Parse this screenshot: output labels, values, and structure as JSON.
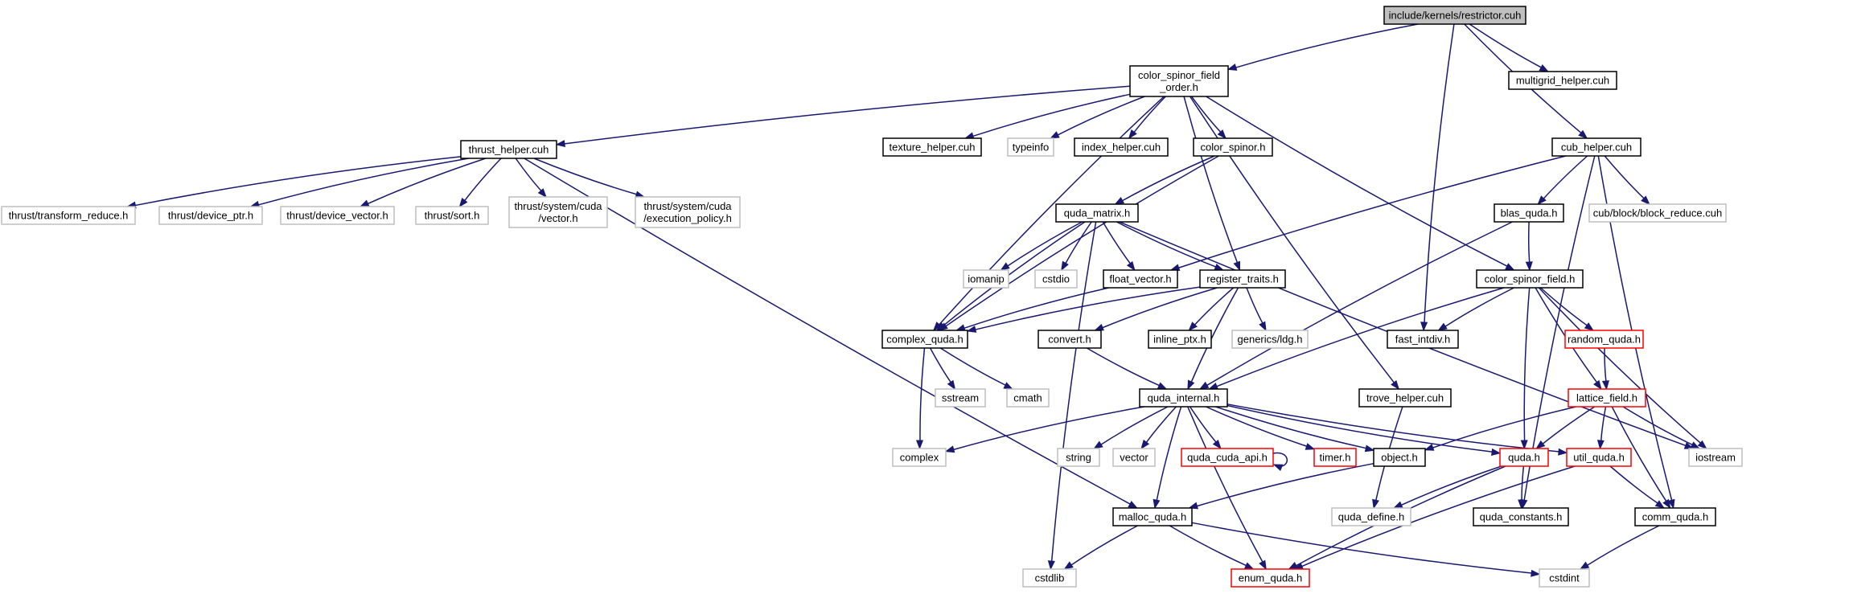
{
  "colors": {
    "edge": "#191970",
    "box_default": "#000000",
    "box_system": "#bfbfbf",
    "box_truncated": "#ff0000",
    "box_root_fill": "#bfbfbf",
    "box_fill": "#ffffff"
  },
  "nodes": [
    {
      "id": "restrictor",
      "lines": [
        "include/kernels/restrictor.cuh"
      ],
      "kind": "root"
    },
    {
      "id": "csfo",
      "lines": [
        "color_spinor_field",
        "_order.h"
      ],
      "kind": "default"
    },
    {
      "id": "multigrid",
      "lines": [
        "multigrid_helper.cuh"
      ],
      "kind": "default"
    },
    {
      "id": "thrust_helper",
      "lines": [
        "thrust_helper.cuh"
      ],
      "kind": "default"
    },
    {
      "id": "texture_helper",
      "lines": [
        "texture_helper.cuh"
      ],
      "kind": "default"
    },
    {
      "id": "typeinfo",
      "lines": [
        "typeinfo"
      ],
      "kind": "system"
    },
    {
      "id": "index_helper",
      "lines": [
        "index_helper.cuh"
      ],
      "kind": "default"
    },
    {
      "id": "color_spinor",
      "lines": [
        "color_spinor.h"
      ],
      "kind": "default"
    },
    {
      "id": "cub_helper",
      "lines": [
        "cub_helper.cuh"
      ],
      "kind": "default"
    },
    {
      "id": "t_transform",
      "lines": [
        "thrust/transform_reduce.h"
      ],
      "kind": "system"
    },
    {
      "id": "t_device_ptr",
      "lines": [
        "thrust/device_ptr.h"
      ],
      "kind": "system"
    },
    {
      "id": "t_device_vector",
      "lines": [
        "thrust/device_vector.h"
      ],
      "kind": "system"
    },
    {
      "id": "t_sort",
      "lines": [
        "thrust/sort.h"
      ],
      "kind": "system"
    },
    {
      "id": "t_sys_vector",
      "lines": [
        "thrust/system/cuda",
        "/vector.h"
      ],
      "kind": "system"
    },
    {
      "id": "t_sys_exec",
      "lines": [
        "thrust/system/cuda",
        "/execution_policy.h"
      ],
      "kind": "system"
    },
    {
      "id": "quda_matrix",
      "lines": [
        "quda_matrix.h"
      ],
      "kind": "default"
    },
    {
      "id": "blas_quda",
      "lines": [
        "blas_quda.h"
      ],
      "kind": "default"
    },
    {
      "id": "cub_block",
      "lines": [
        "cub/block/block_reduce.cuh"
      ],
      "kind": "system"
    },
    {
      "id": "iomanip",
      "lines": [
        "iomanip"
      ],
      "kind": "system"
    },
    {
      "id": "cstdio",
      "lines": [
        "cstdio"
      ],
      "kind": "system"
    },
    {
      "id": "float_vector",
      "lines": [
        "float_vector.h"
      ],
      "kind": "default"
    },
    {
      "id": "register_traits",
      "lines": [
        "register_traits.h"
      ],
      "kind": "default"
    },
    {
      "id": "color_spinor_field",
      "lines": [
        "color_spinor_field.h"
      ],
      "kind": "default"
    },
    {
      "id": "complex_quda",
      "lines": [
        "complex_quda.h"
      ],
      "kind": "default"
    },
    {
      "id": "convert",
      "lines": [
        "convert.h"
      ],
      "kind": "default"
    },
    {
      "id": "inline_ptx",
      "lines": [
        "inline_ptx.h"
      ],
      "kind": "default"
    },
    {
      "id": "generics_ldg",
      "lines": [
        "generics/ldg.h"
      ],
      "kind": "system"
    },
    {
      "id": "fast_intdiv",
      "lines": [
        "fast_intdiv.h"
      ],
      "kind": "default"
    },
    {
      "id": "random_quda",
      "lines": [
        "random_quda.h"
      ],
      "kind": "truncated"
    },
    {
      "id": "sstream",
      "lines": [
        "sstream"
      ],
      "kind": "system"
    },
    {
      "id": "cmath",
      "lines": [
        "cmath"
      ],
      "kind": "system"
    },
    {
      "id": "quda_internal",
      "lines": [
        "quda_internal.h"
      ],
      "kind": "default"
    },
    {
      "id": "trove_helper",
      "lines": [
        "trove_helper.cuh"
      ],
      "kind": "default"
    },
    {
      "id": "lattice_field",
      "lines": [
        "lattice_field.h"
      ],
      "kind": "truncated"
    },
    {
      "id": "complex",
      "lines": [
        "complex"
      ],
      "kind": "system"
    },
    {
      "id": "string",
      "lines": [
        "string"
      ],
      "kind": "system"
    },
    {
      "id": "vector",
      "lines": [
        "vector"
      ],
      "kind": "system"
    },
    {
      "id": "quda_cuda_api",
      "lines": [
        "quda_cuda_api.h"
      ],
      "kind": "truncated"
    },
    {
      "id": "timer",
      "lines": [
        "timer.h"
      ],
      "kind": "truncated"
    },
    {
      "id": "object",
      "lines": [
        "object.h"
      ],
      "kind": "default"
    },
    {
      "id": "quda_h",
      "lines": [
        "quda.h"
      ],
      "kind": "truncated"
    },
    {
      "id": "util_quda",
      "lines": [
        "util_quda.h"
      ],
      "kind": "truncated"
    },
    {
      "id": "iostream",
      "lines": [
        "iostream"
      ],
      "kind": "system"
    },
    {
      "id": "malloc_quda",
      "lines": [
        "malloc_quda.h"
      ],
      "kind": "default"
    },
    {
      "id": "quda_define",
      "lines": [
        "quda_define.h"
      ],
      "kind": "system"
    },
    {
      "id": "quda_constants",
      "lines": [
        "quda_constants.h"
      ],
      "kind": "default"
    },
    {
      "id": "comm_quda",
      "lines": [
        "comm_quda.h"
      ],
      "kind": "default"
    },
    {
      "id": "cstdlib",
      "lines": [
        "cstdlib"
      ],
      "kind": "system"
    },
    {
      "id": "enum_quda",
      "lines": [
        "enum_quda.h"
      ],
      "kind": "truncated"
    },
    {
      "id": "cstdint",
      "lines": [
        "cstdint"
      ],
      "kind": "system"
    }
  ],
  "edges": [
    [
      "restrictor",
      "csfo"
    ],
    [
      "restrictor",
      "multigrid"
    ],
    [
      "restrictor",
      "cub_helper"
    ],
    [
      "restrictor",
      "fast_intdiv"
    ],
    [
      "csfo",
      "thrust_helper"
    ],
    [
      "csfo",
      "texture_helper"
    ],
    [
      "csfo",
      "typeinfo"
    ],
    [
      "csfo",
      "index_helper"
    ],
    [
      "csfo",
      "color_spinor"
    ],
    [
      "csfo",
      "complex_quda"
    ],
    [
      "csfo",
      "register_traits"
    ],
    [
      "csfo",
      "trove_helper"
    ],
    [
      "csfo",
      "color_spinor_field"
    ],
    [
      "thrust_helper",
      "t_transform"
    ],
    [
      "thrust_helper",
      "t_device_ptr"
    ],
    [
      "thrust_helper",
      "t_device_vector"
    ],
    [
      "thrust_helper",
      "t_sort"
    ],
    [
      "thrust_helper",
      "t_sys_vector"
    ],
    [
      "thrust_helper",
      "t_sys_exec"
    ],
    [
      "thrust_helper",
      "malloc_quda"
    ],
    [
      "color_spinor",
      "quda_matrix"
    ],
    [
      "color_spinor",
      "complex_quda"
    ],
    [
      "cub_helper",
      "float_vector"
    ],
    [
      "cub_helper",
      "blas_quda"
    ],
    [
      "cub_helper",
      "cub_block"
    ],
    [
      "cub_helper",
      "quda_constants"
    ],
    [
      "cub_helper",
      "comm_quda"
    ],
    [
      "quda_matrix",
      "iomanip"
    ],
    [
      "quda_matrix",
      "cstdio"
    ],
    [
      "quda_matrix",
      "float_vector"
    ],
    [
      "quda_matrix",
      "register_traits"
    ],
    [
      "quda_matrix",
      "complex_quda"
    ],
    [
      "quda_matrix",
      "iostream"
    ],
    [
      "quda_matrix",
      "cstdlib"
    ],
    [
      "blas_quda",
      "quda_internal"
    ],
    [
      "blas_quda",
      "color_spinor_field"
    ],
    [
      "float_vector",
      "complex_quda"
    ],
    [
      "register_traits",
      "complex_quda"
    ],
    [
      "register_traits",
      "convert"
    ],
    [
      "register_traits",
      "inline_ptx"
    ],
    [
      "register_traits",
      "generics_ldg"
    ],
    [
      "register_traits",
      "quda_internal"
    ],
    [
      "color_spinor_field",
      "fast_intdiv"
    ],
    [
      "color_spinor_field",
      "quda_internal"
    ],
    [
      "color_spinor_field",
      "random_quda"
    ],
    [
      "color_spinor_field",
      "lattice_field"
    ],
    [
      "color_spinor_field",
      "quda_h"
    ],
    [
      "color_spinor_field",
      "iostream"
    ],
    [
      "complex_quda",
      "sstream"
    ],
    [
      "complex_quda",
      "cmath"
    ],
    [
      "complex_quda",
      "complex"
    ],
    [
      "convert",
      "quda_internal"
    ],
    [
      "random_quda",
      "lattice_field"
    ],
    [
      "quda_internal",
      "complex"
    ],
    [
      "quda_internal",
      "string"
    ],
    [
      "quda_internal",
      "vector"
    ],
    [
      "quda_internal",
      "quda_cuda_api"
    ],
    [
      "quda_internal",
      "timer"
    ],
    [
      "quda_internal",
      "object"
    ],
    [
      "quda_internal",
      "quda_h"
    ],
    [
      "quda_internal",
      "util_quda"
    ],
    [
      "quda_internal",
      "malloc_quda"
    ],
    [
      "quda_internal",
      "enum_quda"
    ],
    [
      "quda_cuda_api",
      "quda_cuda_api"
    ],
    [
      "trove_helper",
      "quda_define"
    ],
    [
      "lattice_field",
      "object"
    ],
    [
      "lattice_field",
      "quda_h"
    ],
    [
      "lattice_field",
      "util_quda"
    ],
    [
      "lattice_field",
      "iostream"
    ],
    [
      "lattice_field",
      "comm_quda"
    ],
    [
      "object",
      "malloc_quda"
    ],
    [
      "quda_h",
      "quda_define"
    ],
    [
      "quda_h",
      "quda_constants"
    ],
    [
      "quda_h",
      "enum_quda"
    ],
    [
      "util_quda",
      "comm_quda"
    ],
    [
      "util_quda",
      "enum_quda"
    ],
    [
      "malloc_quda",
      "cstdlib"
    ],
    [
      "malloc_quda",
      "enum_quda"
    ],
    [
      "malloc_quda",
      "cstdint"
    ],
    [
      "comm_quda",
      "cstdint"
    ]
  ]
}
